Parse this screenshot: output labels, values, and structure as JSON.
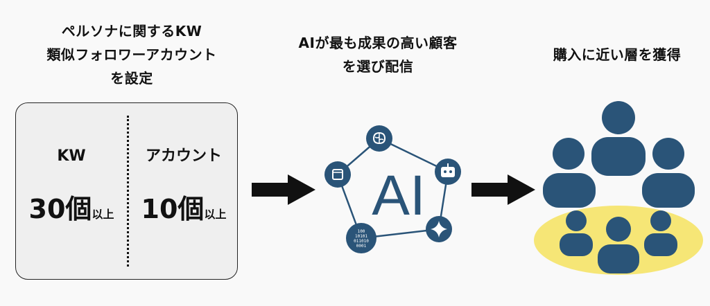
{
  "steps": [
    {
      "title_lines": [
        "ペルソナに関するKW",
        "類似フォロワーアカウント",
        "を設定"
      ]
    },
    {
      "title_lines": [
        "AIが最も成果の高い顧客",
        "を選び配信"
      ]
    },
    {
      "title_lines": [
        "購入に近い層を獲得"
      ]
    }
  ],
  "settings_box": {
    "left": {
      "label": "KW",
      "count": "30個",
      "suffix": "以上"
    },
    "right": {
      "label": "アカウント",
      "count": "10個",
      "suffix": "以上"
    }
  },
  "ai_diagram": {
    "center_text": "AI",
    "binary_node_lines": [
      "100",
      "10101",
      "011010",
      "0001"
    ],
    "node_icons": [
      "brain-icon",
      "robot-icon",
      "sparkle-icon",
      "binary-data-icon",
      "cube-icon"
    ]
  },
  "colors": {
    "primary_blue": "#2a5478",
    "highlight_yellow": "#f6e676",
    "arrow": "#111111",
    "box_background": "#efefef"
  }
}
